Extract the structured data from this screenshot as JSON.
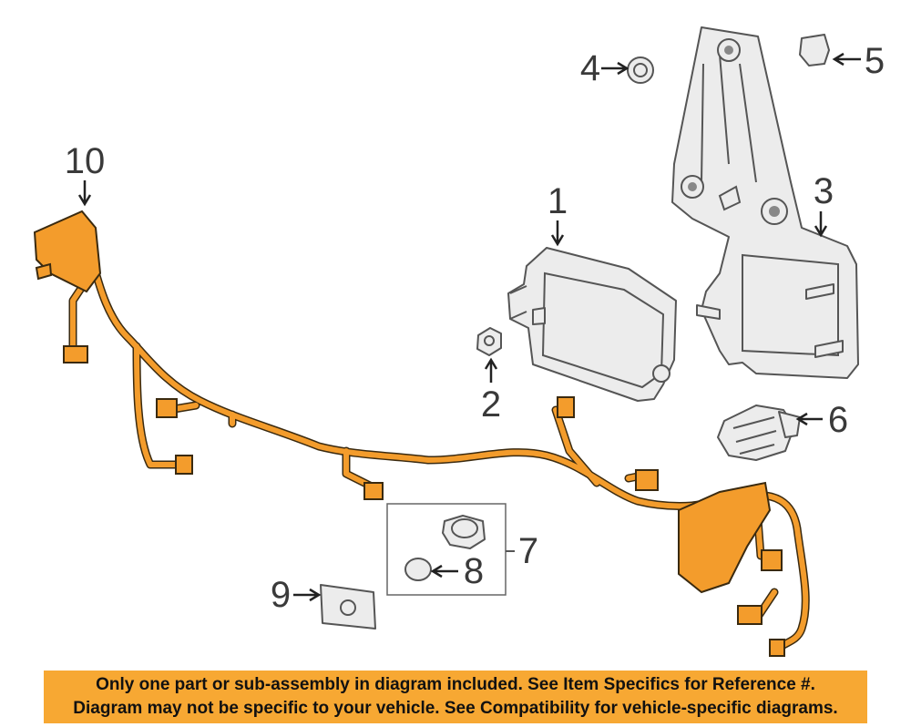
{
  "callouts": {
    "c1": "1",
    "c2": "2",
    "c3": "3",
    "c4": "4",
    "c5": "5",
    "c6": "6",
    "c7": "7",
    "c8": "8",
    "c9": "9",
    "c10": "10"
  },
  "banner": {
    "line1": "Only one part or sub-assembly in diagram included. See Item Specifics for Reference #.",
    "line2": "Diagram may not be specific to your vehicle. See Compatibility for vehicle-specific diagrams."
  },
  "colors": {
    "harness": "#f39c2c",
    "banner": "#f7a833",
    "line": "#555555"
  }
}
